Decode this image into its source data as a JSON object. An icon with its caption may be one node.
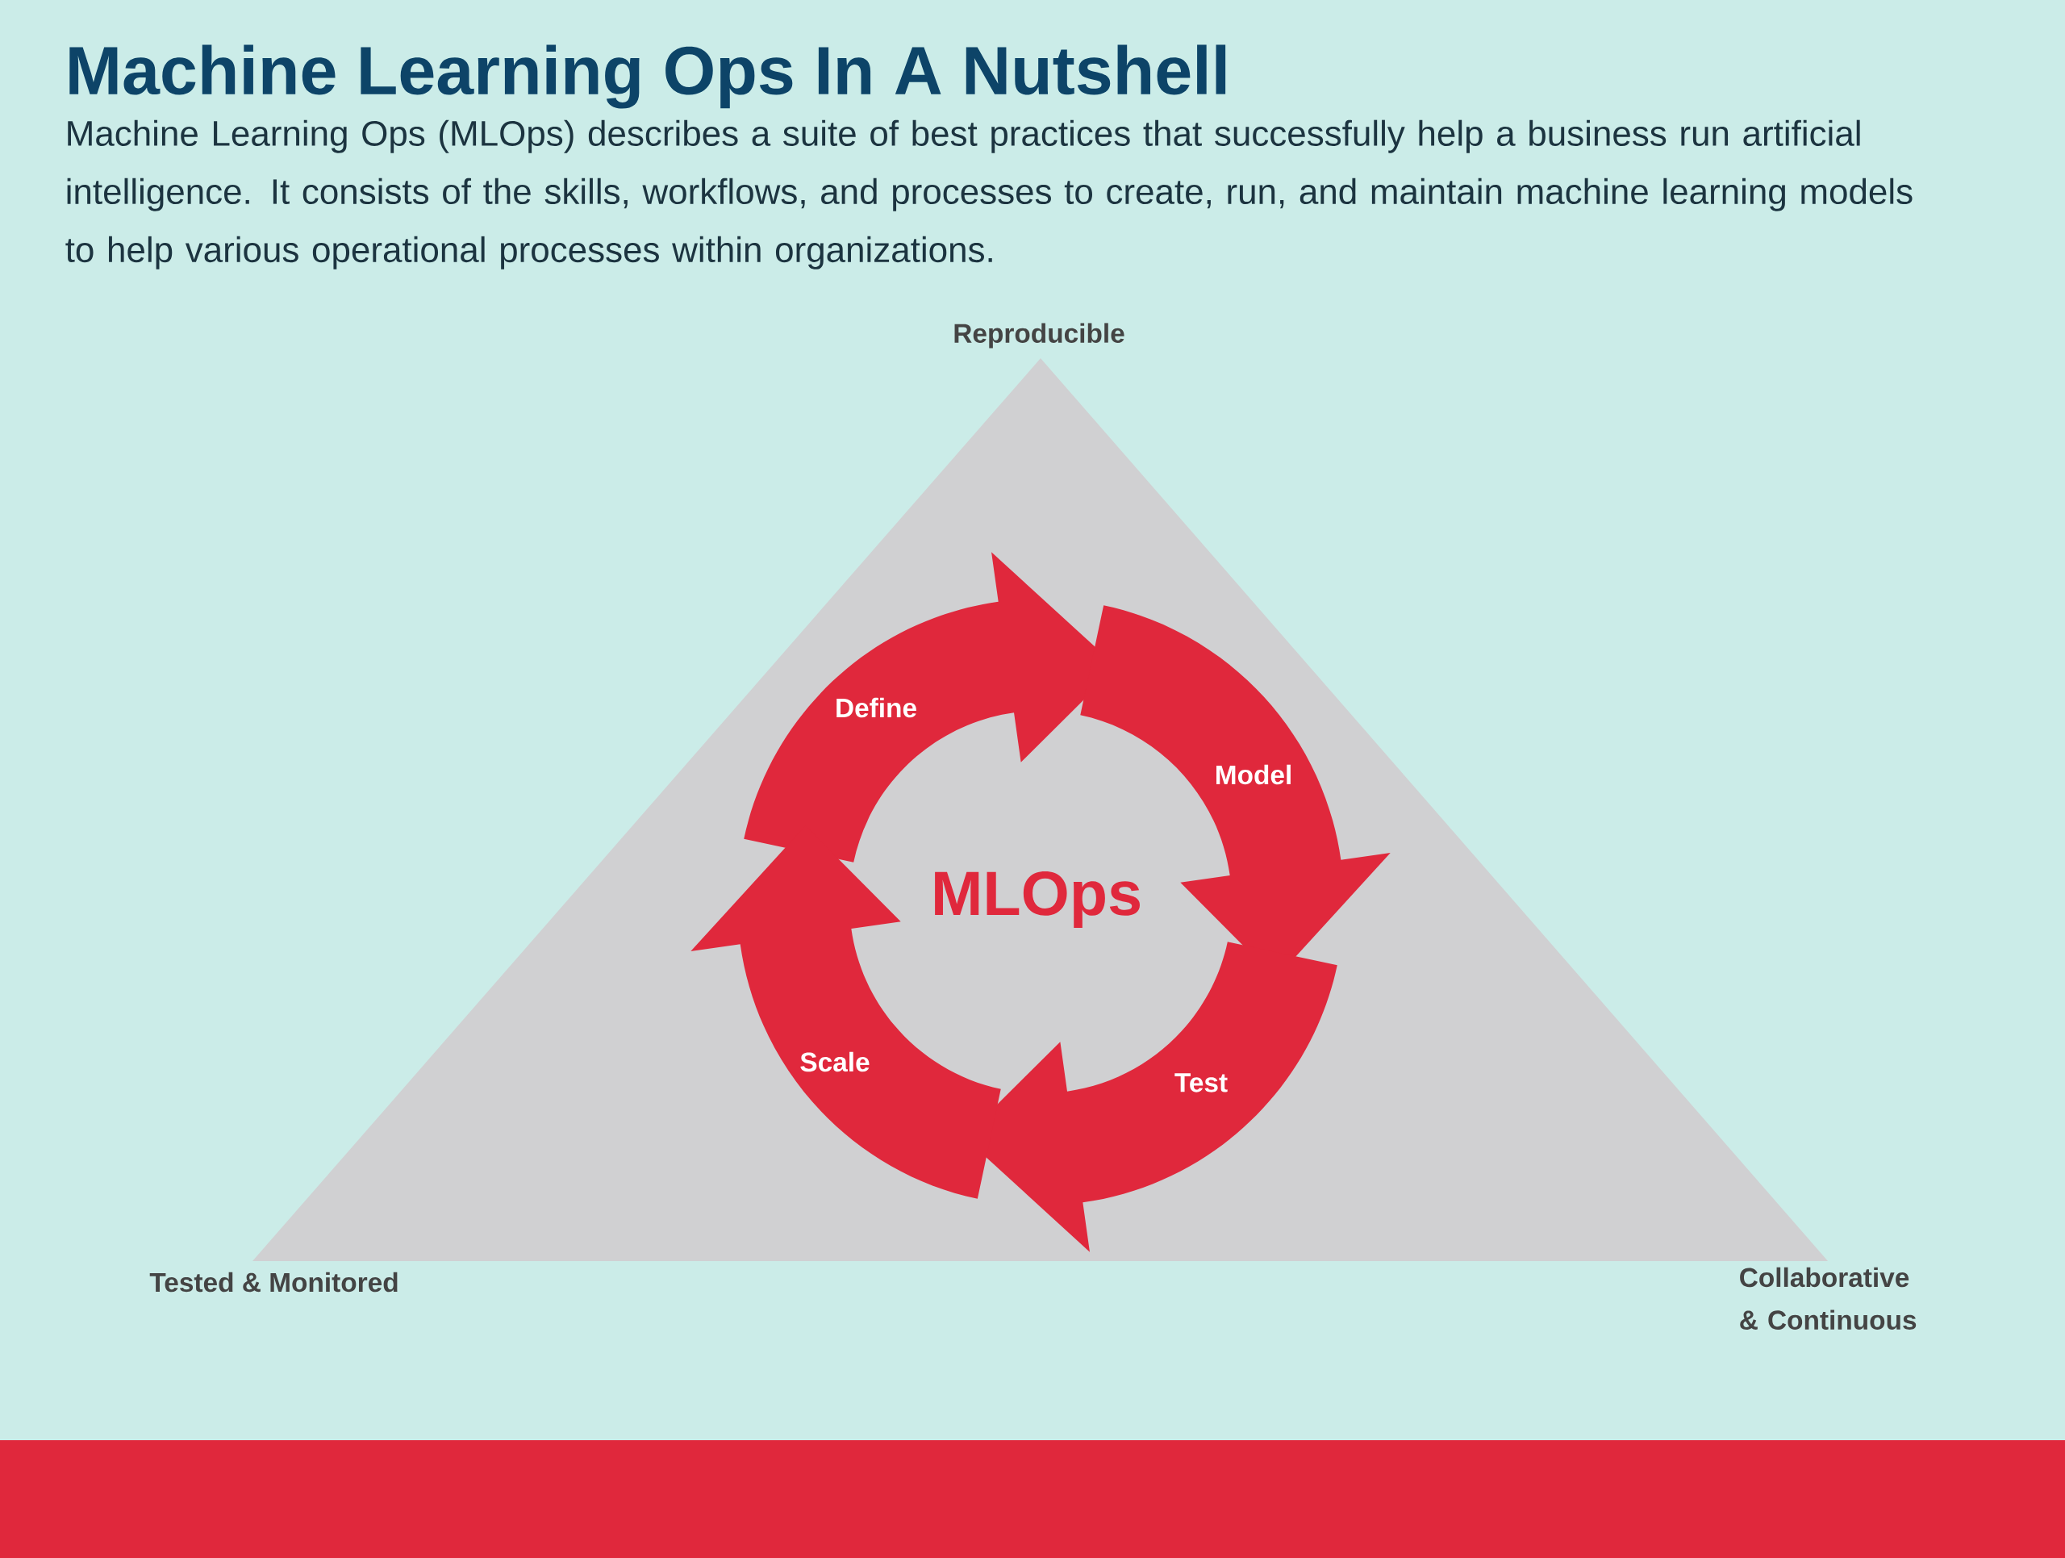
{
  "diagram": {
    "title": "Machine Learning Ops In A Nutshell",
    "nodes": [
      {
        "text": [
          "Define"
        ]
      },
      {
        "text": [
          "Model"
        ]
      },
      {
        "text": [
          "Test"
        ]
      },
      {
        "text": [
          "Scale"
        ]
      }
    ],
    "edges": [
      {
        "from": 0,
        "to": 1,
        "arrow": "to"
      },
      {
        "from": 1,
        "to": 2,
        "arrow": "to"
      },
      {
        "from": 2,
        "to": 3,
        "arrow": "to"
      },
      {
        "from": 3,
        "to": 0,
        "arrow": "to"
      }
    ],
    "labels": [
      "Machine Learning Ops (MLOps) describes a suite of best practices that successfully help a business run artificial intelligence. It consists of the skills, workflows, and processes to create, run, and maintain machine learning models to help various operational processes within organizations.",
      "Reproducible",
      "Tested & Monitored",
      "Collaborative & Continuous",
      "MLOps"
    ]
  }
}
